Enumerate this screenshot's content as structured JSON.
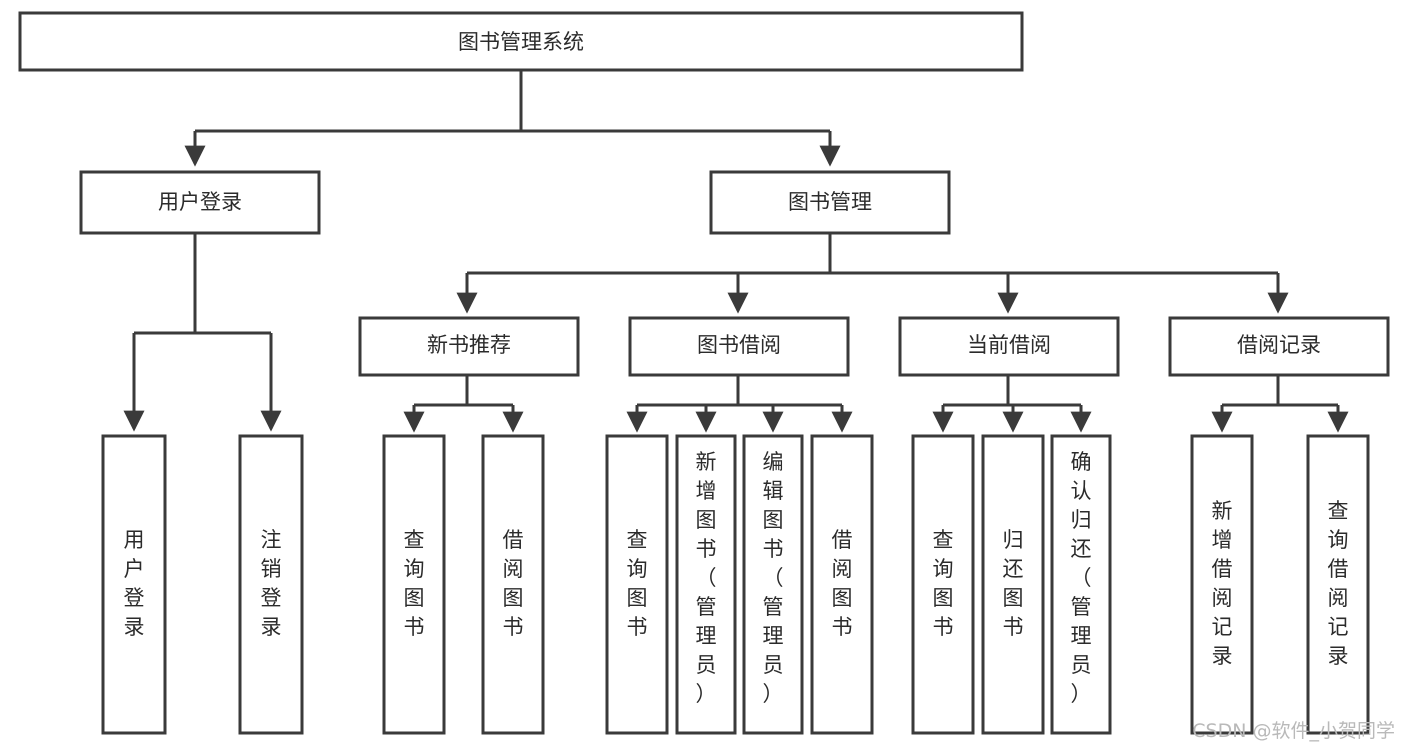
{
  "diagram": {
    "title": "图书管理系统",
    "type": "hierarchy-tree",
    "orientation": "top-down",
    "colors": {
      "box_stroke": "#3a3a3a",
      "box_fill": "#ffffff",
      "connector": "#3a3a3a",
      "text": "#2b2b2b",
      "background": "#ffffff",
      "watermark": "#b9b9b9"
    },
    "levels": [
      {
        "level": 1,
        "nodes": [
          {
            "id": "root",
            "label": "图书管理系统",
            "orientation": "horizontal"
          }
        ]
      },
      {
        "level": 2,
        "nodes": [
          {
            "id": "user-login",
            "label": "用户登录",
            "orientation": "horizontal",
            "parent": "root"
          },
          {
            "id": "book-manage",
            "label": "图书管理",
            "orientation": "horizontal",
            "parent": "root"
          }
        ]
      },
      {
        "level": 3,
        "nodes": [
          {
            "id": "new-book-rec",
            "label": "新书推荐",
            "orientation": "horizontal",
            "parent": "book-manage"
          },
          {
            "id": "book-borrow",
            "label": "图书借阅",
            "orientation": "horizontal",
            "parent": "book-manage"
          },
          {
            "id": "current-borrow",
            "label": "当前借阅",
            "orientation": "horizontal",
            "parent": "book-manage"
          },
          {
            "id": "borrow-record",
            "label": "借阅记录",
            "orientation": "horizontal",
            "parent": "book-manage"
          }
        ]
      },
      {
        "level": 4,
        "nodes": [
          {
            "id": "leaf-user-login",
            "label": "用户登录",
            "orientation": "vertical",
            "parent": "user-login",
            "align": "middle"
          },
          {
            "id": "leaf-user-logout",
            "label": "注销登录",
            "orientation": "vertical",
            "parent": "user-login",
            "align": "middle"
          },
          {
            "id": "leaf-query-book-1",
            "label": "查询图书",
            "orientation": "vertical",
            "parent": "new-book-rec",
            "align": "middle"
          },
          {
            "id": "leaf-borrow-book-1",
            "label": "借阅图书",
            "orientation": "vertical",
            "parent": "new-book-rec",
            "align": "middle"
          },
          {
            "id": "leaf-query-book-2",
            "label": "查询图书",
            "orientation": "vertical",
            "parent": "book-borrow",
            "align": "middle"
          },
          {
            "id": "leaf-add-book",
            "label": "新增图书（管理员）",
            "orientation": "vertical",
            "parent": "book-borrow",
            "align": "top"
          },
          {
            "id": "leaf-edit-book",
            "label": "编辑图书（管理员）",
            "orientation": "vertical",
            "parent": "book-borrow",
            "align": "top"
          },
          {
            "id": "leaf-borrow-book-2",
            "label": "借阅图书",
            "orientation": "vertical",
            "parent": "book-borrow",
            "align": "middle"
          },
          {
            "id": "leaf-query-book-3",
            "label": "查询图书",
            "orientation": "vertical",
            "parent": "current-borrow",
            "align": "middle"
          },
          {
            "id": "leaf-return-book",
            "label": "归还图书",
            "orientation": "vertical",
            "parent": "current-borrow",
            "align": "middle"
          },
          {
            "id": "leaf-confirm-return",
            "label": "确认归还（管理员）",
            "orientation": "vertical",
            "parent": "current-borrow",
            "align": "top"
          },
          {
            "id": "leaf-add-record",
            "label": "新增借阅记录",
            "orientation": "vertical",
            "parent": "borrow-record",
            "align": "middle"
          },
          {
            "id": "leaf-query-record",
            "label": "查询借阅记录",
            "orientation": "vertical",
            "parent": "borrow-record",
            "align": "middle"
          }
        ]
      }
    ]
  },
  "watermark": {
    "text": "CSDN @软件_小贺同学"
  }
}
